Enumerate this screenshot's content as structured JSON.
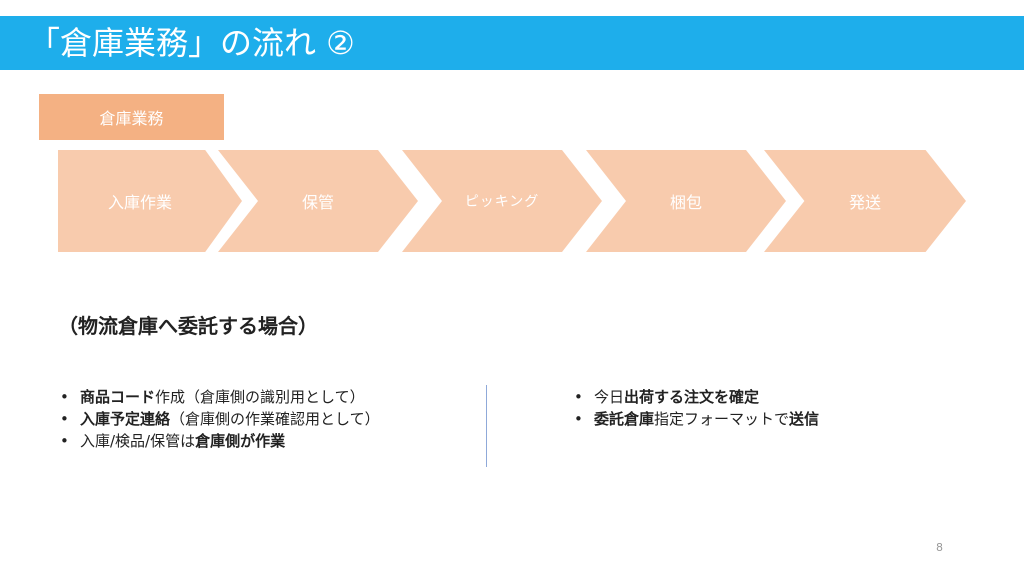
{
  "slide": {
    "title": "「倉庫業務」の流れ ②",
    "section_label": "倉庫業務",
    "steps": [
      {
        "label": "入庫作業"
      },
      {
        "label": "保管"
      },
      {
        "label": "ピッキング"
      },
      {
        "label": "梱包"
      },
      {
        "label": "発送"
      }
    ],
    "subheading": "（物流倉庫へ委託する場合）",
    "left_bullets": [
      {
        "bold": "商品コード",
        "rest": "作成（倉庫側の識別用として）"
      },
      {
        "bold": "入庫予定連絡",
        "rest": "（倉庫側の作業確認用として）"
      },
      {
        "pre": "入庫/検品/保管は",
        "bold": "倉庫側が作業"
      }
    ],
    "right_bullets": [
      {
        "pre": "今日",
        "bold": "出荷する注文を確定"
      },
      {
        "bold": "委託倉庫",
        "mid": "指定フォーマットで",
        "bold2": "送信"
      }
    ],
    "page_number": "8",
    "colors": {
      "title_bar": "#1EAEEB",
      "section_label": "#F4B183",
      "chevron": "#F8CBAD",
      "divider": "#8FA9D9"
    }
  }
}
